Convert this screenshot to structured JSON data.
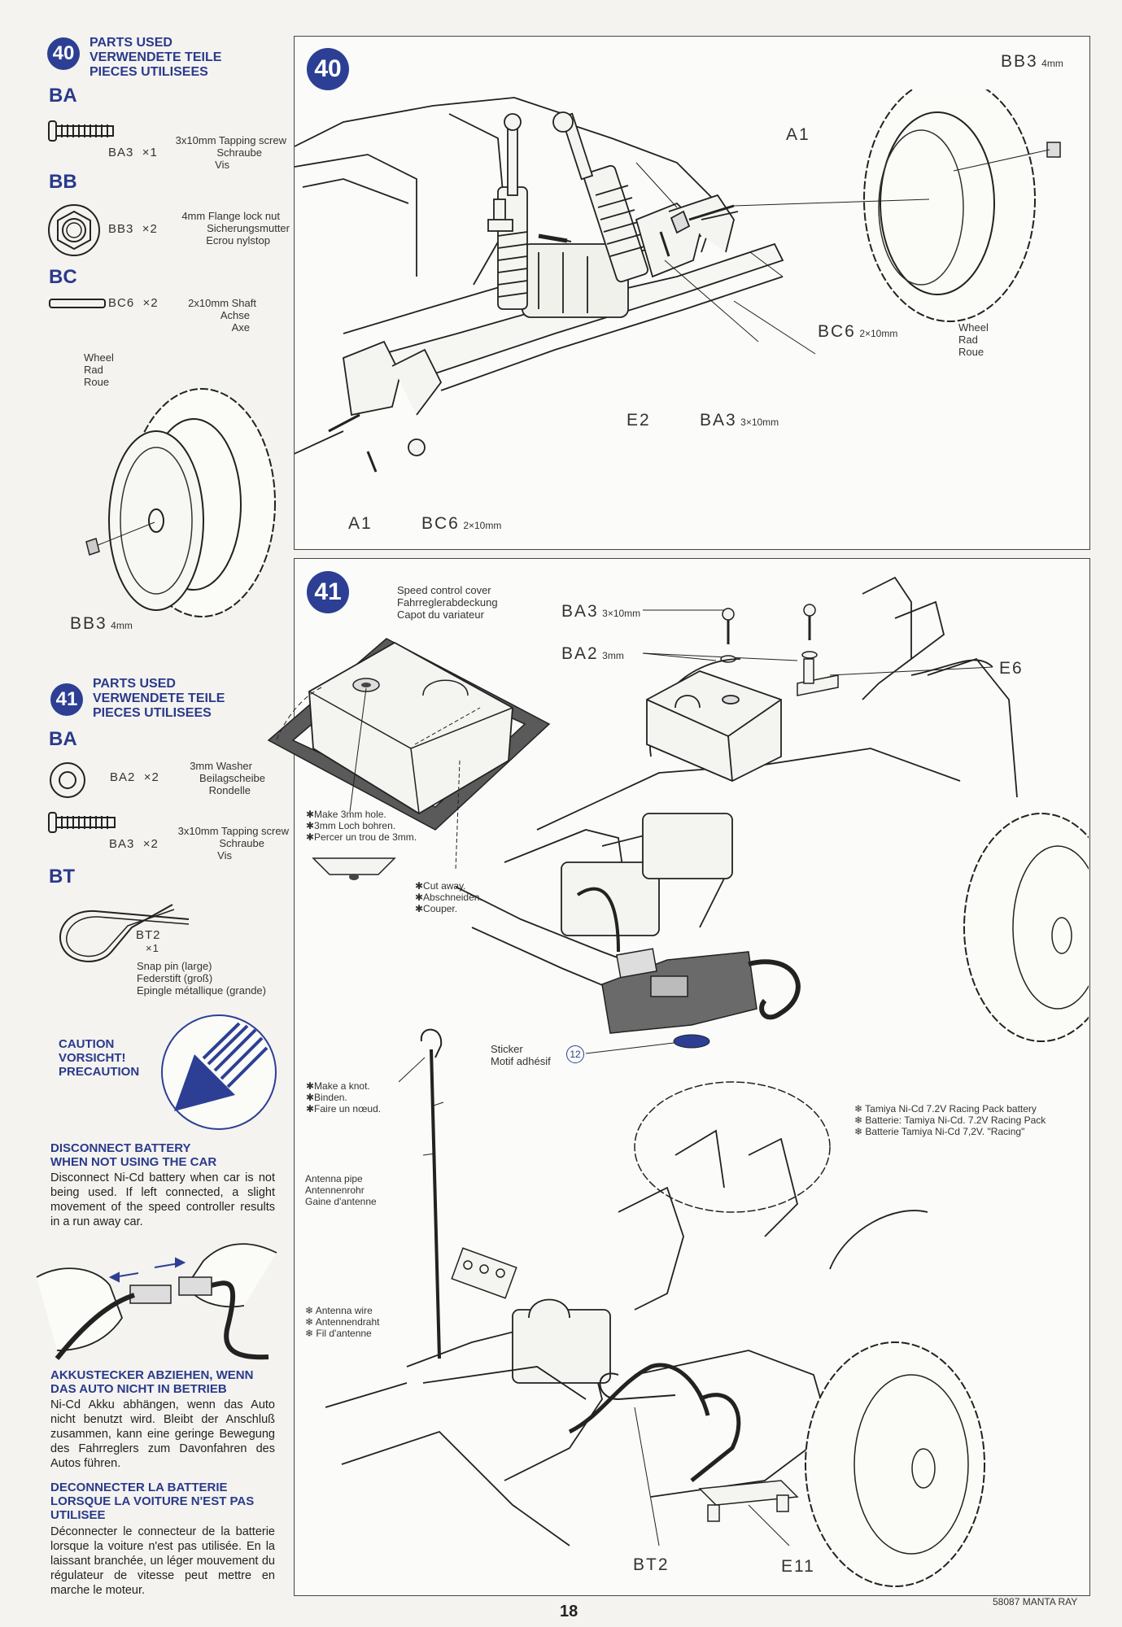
{
  "left": {
    "step40": {
      "num": "40",
      "header": [
        "PARTS USED",
        "VERWENDETE TEILE",
        "PIECES UTILISEES"
      ],
      "groups": [
        {
          "cat": "BA",
          "code": "BA3",
          "qty": "×1",
          "desc": [
            "3x10mm Tapping screw",
            "Schraube",
            "Vis"
          ]
        },
        {
          "cat": "BB",
          "code": "BB3",
          "qty": "×2",
          "desc": [
            "4mm Flange lock nut",
            "Sicherungsmutter",
            "Ecrou nylstop"
          ]
        },
        {
          "cat": "BC",
          "code": "BC6",
          "qty": "×2",
          "desc": [
            "2x10mm Shaft",
            "Achse",
            "Axe"
          ]
        }
      ],
      "wheel_label": [
        "Wheel",
        "Rad",
        "Roue"
      ],
      "bb3_label": "BB3",
      "bb3_unit": "4mm"
    },
    "step41": {
      "num": "41",
      "header": [
        "PARTS USED",
        "VERWENDETE TEILE",
        "PIECES UTILISEES"
      ],
      "groups": [
        {
          "cat": "BA",
          "code": "BA2",
          "qty": "×2",
          "desc": [
            "3mm Washer",
            "Beilagscheibe",
            "Rondelle"
          ]
        },
        {
          "cat": "",
          "code": "BA3",
          "qty": "×2",
          "desc": [
            "3x10mm Tapping screw",
            "Schraube",
            "Vis"
          ]
        },
        {
          "cat": "BT",
          "code": "BT2",
          "qty": "×1",
          "desc": [
            "Snap pin (large)",
            "Federstift (groß)",
            "Epingle métallique (grande)"
          ]
        }
      ]
    },
    "caution": {
      "label": [
        "CAUTION",
        "VORSICHT!",
        "PRECAUTION"
      ],
      "en_title": [
        "DISCONNECT BATTERY",
        "WHEN NOT USING THE CAR"
      ],
      "en_body": "Disconnect Ni-Cd battery when car is not being used. If left connected, a slight movement of the speed controller results in a run away car.",
      "de_title": [
        "AKKUSTECKER ABZIEHEN, WENN",
        "DAS AUTO NICHT IN BETRIEB"
      ],
      "de_body": "Ni-Cd Akku abhängen, wenn das Auto nicht benutzt wird. Bleibt der Anschluß zusammen, kann eine geringe Bewegung des Fahrreglers zum Davonfahren des Autos führen.",
      "fr_title": [
        "DECONNECTER LA BATTERIE",
        "LORSQUE LA VOITURE N'EST PAS",
        "UTILISEE"
      ],
      "fr_body": "Déconnecter le connecteur de la batterie lorsque la voiture n'est pas utilisée. En la laissant branchée, un léger mouvement du régulateur de vitesse peut mettre en marche le moteur."
    }
  },
  "panel40": {
    "num": "40",
    "labels": {
      "bb3": "BB3",
      "bb3_unit": "4mm",
      "a1_top": "A1",
      "bc6_right": "BC6",
      "bc6_right_unit": "2×10mm",
      "wheel": [
        "Wheel",
        "Rad",
        "Roue"
      ],
      "e2": "E2",
      "ba3": "BA3",
      "ba3_unit": "3×10mm",
      "a1_bottom": "A1",
      "bc6_bottom": "BC6",
      "bc6_bottom_unit": "2×10mm"
    }
  },
  "panel41": {
    "num": "41",
    "cover": [
      "Speed control cover",
      "Fahrreglerabdeckung",
      "Capot du variateur"
    ],
    "hole": [
      "✱Make 3mm hole.",
      "✱3mm Loch bohren.",
      "✱Percer un trou de 3mm."
    ],
    "cut": [
      "✱Cut away.",
      "✱Abschneiden.",
      "✱Couper."
    ],
    "ba3": "BA3",
    "ba3_unit": "3×10mm",
    "ba2": "BA2",
    "ba2_unit": "3mm",
    "e6": "E6",
    "sticker": [
      "Sticker",
      "Motif adhésif"
    ],
    "sticker_num": "12",
    "knot": [
      "✱Make a knot.",
      "✱Binden.",
      "✱Faire un nœud."
    ],
    "battery": [
      "❄ Tamiya Ni-Cd 7.2V Racing Pack battery",
      "❄ Batterie: Tamiya Ni-Cd. 7.2V Racing Pack",
      "❄ Batterie Tamiya Ni-Cd 7,2V. \"Racing\""
    ],
    "antenna_pipe": [
      "Antenna pipe",
      "Antennenrohr",
      "Gaine d'antenne"
    ],
    "antenna_wire": [
      "❄ Antenna wire",
      "❄ Antennendraht",
      "❄ Fil d'antenne"
    ],
    "bt2": "BT2",
    "e11": "E11"
  },
  "footer": {
    "page": "18",
    "model": "58087 MANTA RAY"
  }
}
